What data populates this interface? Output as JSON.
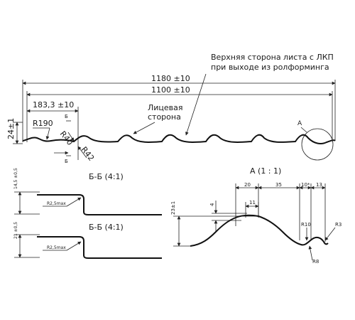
{
  "note_top": {
    "line1": "Верхняя сторона листа с ЛКП",
    "line2": "при выходе из ролформинга"
  },
  "main_view": {
    "dim_total": "1180 ±10",
    "dim_useful": "1100 ±10",
    "dim_step": "183,3 ±10",
    "dim_height": "24±1",
    "r190": "R190",
    "r40": "R40",
    "r42": "R42",
    "section_mark": "Б",
    "face_label_line1": "Лицевая",
    "face_label_line2": "сторона",
    "detail_mark": "A"
  },
  "section_1": {
    "title": "Б-Б (4:1)",
    "dim_height": "14,5 ±0,5",
    "radius": "R2,5max"
  },
  "section_2": {
    "title": "Б-Б (4:1)",
    "dim_height": "21 ±0,5",
    "radius": "R2,5max"
  },
  "detail_a": {
    "title": "А (1 : 1)",
    "dim_20": "20",
    "dim_35": "35",
    "dim_10": "10*",
    "dim_13": "13",
    "dim_11": "11",
    "dim_4": "4",
    "dim_height": "23±1",
    "r10": "R10",
    "r3": "R3",
    "r8": "R8"
  }
}
